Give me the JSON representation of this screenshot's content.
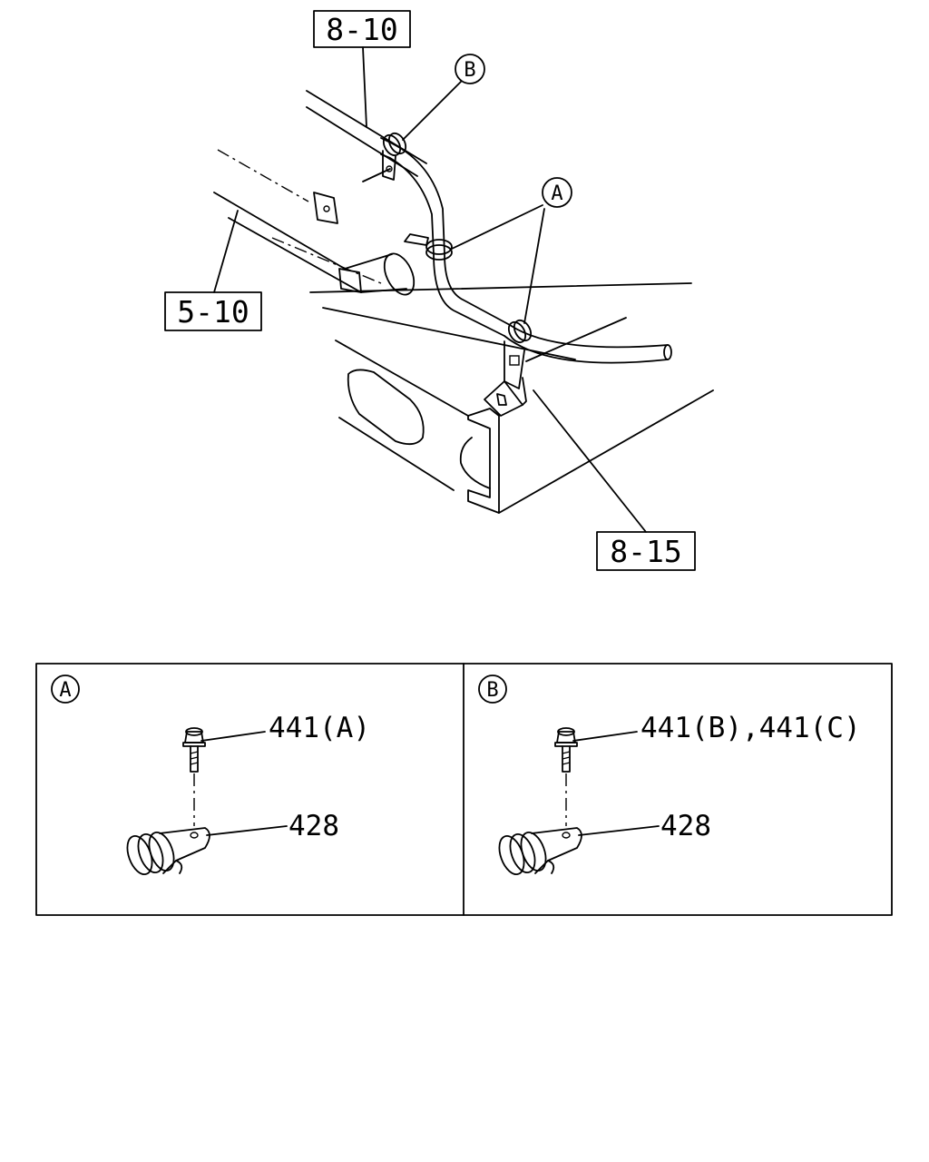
{
  "main_view": {
    "refs": {
      "ref_8_10": "8-10",
      "ref_5_10": "5-10",
      "ref_8_15": "8-15"
    },
    "callouts": {
      "callout_a": "A",
      "callout_b": "B"
    }
  },
  "details": {
    "detail_a": {
      "marker": "A",
      "bolt_label": "441(A)",
      "clip_label": "428"
    },
    "detail_b": {
      "marker": "B",
      "bolt_label": "441(B),441(C)",
      "clip_label": "428"
    }
  }
}
